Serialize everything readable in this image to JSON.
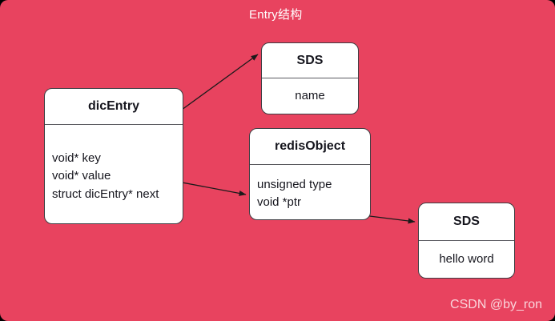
{
  "diagram": {
    "title": "Entry结构",
    "background_color": "#e8435f",
    "box_fill_color": "#ffffff",
    "box_border_color": "#3d3d42",
    "text_color": "#16161e",
    "title_color": "#ffffff"
  },
  "boxes": {
    "dic_entry": {
      "title": "dicEntry",
      "fields": [
        "void* key",
        "void* value",
        "struct dicEntry* next"
      ]
    },
    "sds_name": {
      "title": "SDS",
      "fields": [
        "name"
      ]
    },
    "redis_object": {
      "title": "redisObject",
      "fields": [
        "unsigned type",
        "void *ptr"
      ]
    },
    "sds_hello": {
      "title": "SDS",
      "fields": [
        "hello word"
      ]
    }
  },
  "connectors": [
    {
      "name": "key-to-sds-name",
      "from": "void* key",
      "to": "SDS (name)"
    },
    {
      "name": "value-to-redisobject",
      "from": "void* value",
      "to": "redisObject"
    },
    {
      "name": "ptr-to-sds-hello",
      "from": "void *ptr",
      "to": "SDS (hello word)"
    }
  ],
  "watermark": {
    "text": "CSDN @by_ron"
  }
}
